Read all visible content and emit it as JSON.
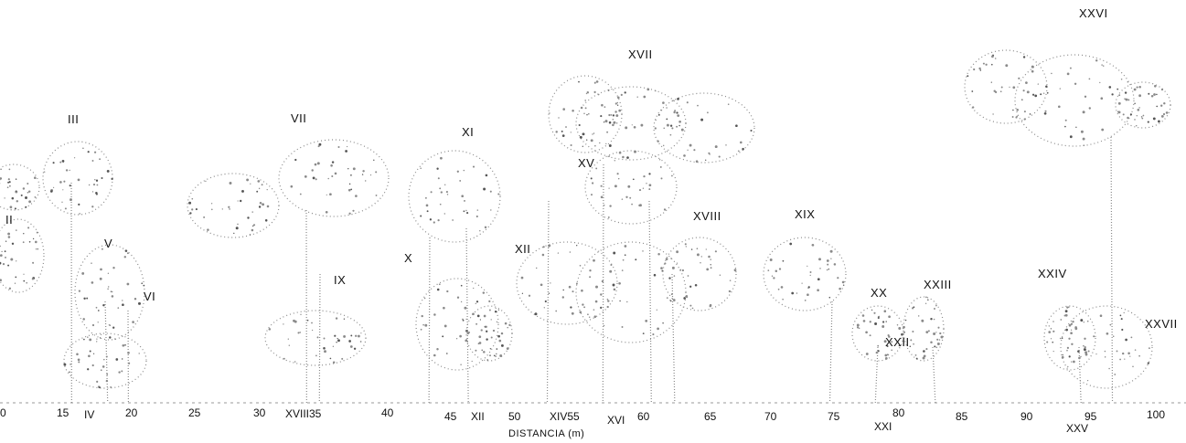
{
  "axis": {
    "title": "DISTANCIA  (m)",
    "ticks": [
      "0",
      "15",
      "IV",
      "20",
      "25",
      "30",
      "XVIII35",
      "40",
      "45",
      "XII",
      "50",
      "XIV55",
      "XVI",
      "60",
      "65",
      "70",
      "75",
      "XXI",
      "80",
      "85",
      "90",
      "95",
      "XXV",
      "100"
    ]
  },
  "tree_labels": [
    "II",
    "III",
    "V",
    "VI",
    "VII",
    "IX",
    "X",
    "XI",
    "XII",
    "XV",
    "XVII",
    "XVIII",
    "XIX",
    "XX",
    "XXII",
    "XXIII",
    "XXIV",
    "XXVI",
    "XXVII"
  ],
  "colors": {
    "ink": "#111111",
    "foliage": "#8a8a8a",
    "foliage_dark": "#555555"
  }
}
